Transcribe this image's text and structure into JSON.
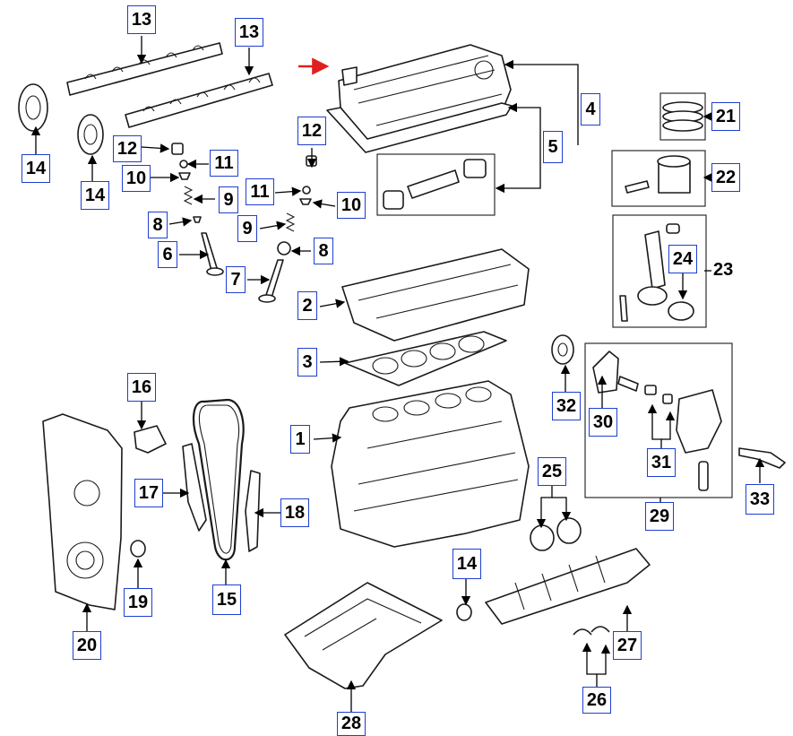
{
  "callouts": {
    "c13a": "13",
    "c13b": "13",
    "c14a": "14",
    "c14b": "14",
    "c14c": "14",
    "c12a": "12",
    "c12b": "12",
    "c11a": "11",
    "c11b": "11",
    "c10a": "10",
    "c10b": "10",
    "c9a": "9",
    "c9b": "9",
    "c8a": "8",
    "c8b": "8",
    "c6": "6",
    "c7": "7",
    "c4": "4",
    "c5": "5",
    "c2": "2",
    "c3": "3",
    "c1": "1",
    "c21": "21",
    "c22": "22",
    "c23": "23",
    "c24": "24",
    "c25": "25",
    "c32": "32",
    "c30": "30",
    "c31": "31",
    "c29": "29",
    "c33": "33",
    "c16": "16",
    "c17": "17",
    "c18": "18",
    "c15": "15",
    "c19": "19",
    "c20": "20",
    "c27": "27",
    "c26": "26",
    "c28": "28"
  },
  "colors": {
    "callout_border": "#1f3fcf",
    "highlight_arrow": "#e02020",
    "line": "#1a1a1a"
  }
}
